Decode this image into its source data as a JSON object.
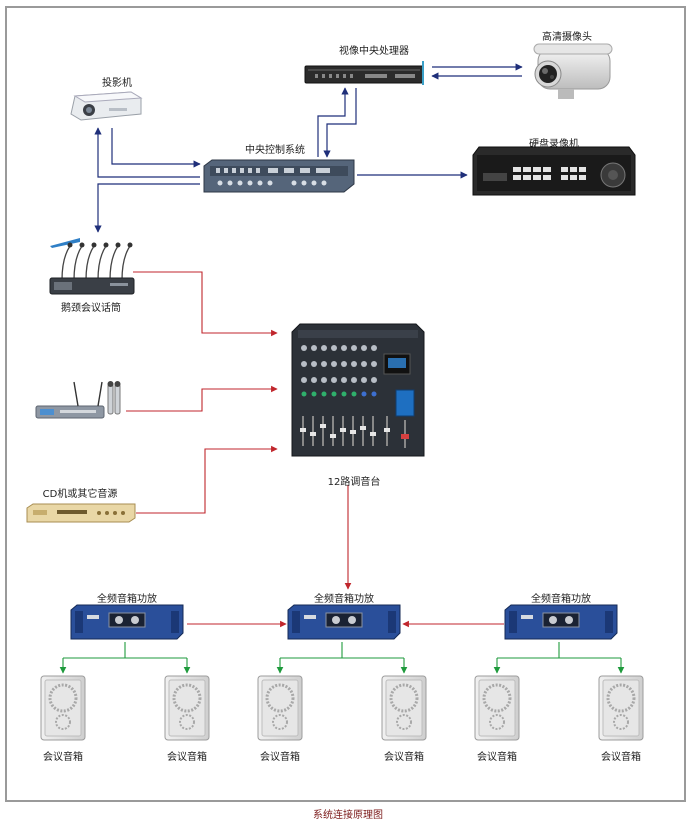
{
  "labels": {
    "video_processor": "视像中央处理器",
    "hd_camera": "高清摄像头",
    "projector": "投影机",
    "central_control": "中央控制系统",
    "dvr": "硬盘录像机",
    "gooseneck_mic": "鹅颈会议话筒",
    "cd_source": "CD机或其它音源",
    "mixer": "12路调音台",
    "amp_left": "全频音箱功放",
    "amp_center": "全频音箱功放",
    "amp_right": "全频音箱功放",
    "speaker_1": "会议音箱",
    "speaker_2": "会议音箱",
    "speaker_3": "会议音箱",
    "speaker_4": "会议音箱",
    "speaker_5": "会议音箱",
    "speaker_6": "会议音箱"
  },
  "caption": "系统连接原理图",
  "colors": {
    "video_link": "#1f2f7a",
    "audio_link": "#c0262c",
    "speaker_link": "#1e9a3c",
    "amp_body": "#2a4f9a"
  },
  "icons": {
    "video_processor": "rack-unit-icon",
    "hd_camera": "bullet-camera-icon",
    "projector": "projector-icon",
    "central_control": "control-host-icon",
    "dvr": "dvr-icon",
    "gooseneck_mic": "gooseneck-mic-icon",
    "wireless_mic": "wireless-mic-icon",
    "cd_source": "cd-player-icon",
    "mixer": "mixer-icon",
    "amplifier": "power-amp-icon",
    "speaker": "speaker-icon"
  }
}
